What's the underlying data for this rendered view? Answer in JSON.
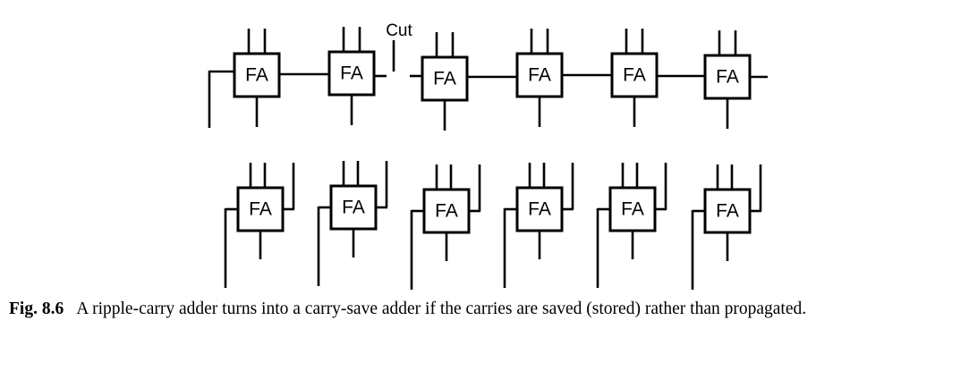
{
  "diagram": {
    "block_label": "FA",
    "cut_label": "Cut",
    "ripple_row_count": 6,
    "carry_save_row_count": 6
  },
  "caption": {
    "figure_number": "Fig. 8.6",
    "text": "A ripple-carry adder turns into a carry-save adder if the carries are saved (stored) rather than propagated."
  }
}
